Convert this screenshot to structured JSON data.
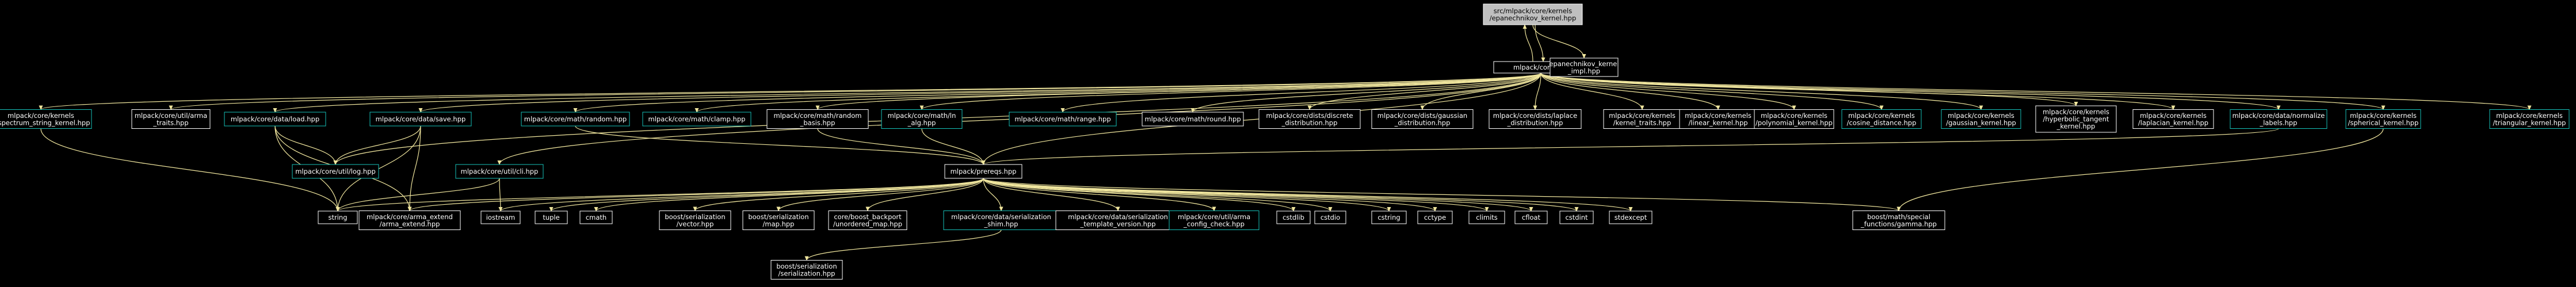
{
  "colors": {
    "background": "#000000",
    "edge": "#f0e69e",
    "node_border": "#ffffff",
    "node_border_link": "#16c1b9",
    "node_fill": "#000000",
    "root_fill": "#bfbfbf",
    "root_text": "#000000",
    "text": "#ffffff"
  },
  "nodes": [
    {
      "id": "root",
      "lines": [
        "src/mlpack/core/kernels",
        "/epanechnikov_kernel.hpp"
      ],
      "style": "root"
    },
    {
      "id": "core",
      "lines": [
        "mlpack/core.hpp"
      ],
      "style": "plain"
    },
    {
      "id": "epimpl",
      "lines": [
        "epanechnikov_kernel",
        "_impl.hpp"
      ],
      "style": "plain"
    },
    {
      "id": "pspec",
      "lines": [
        "mlpack/core/kernels",
        "/pspectrum_string_kernel.hpp"
      ],
      "style": "link"
    },
    {
      "id": "armatraits",
      "lines": [
        "mlpack/core/util/arma",
        "_traits.hpp"
      ],
      "style": "plain"
    },
    {
      "id": "load",
      "lines": [
        "mlpack/core/data/load.hpp"
      ],
      "style": "link"
    },
    {
      "id": "save",
      "lines": [
        "mlpack/core/data/save.hpp"
      ],
      "style": "link"
    },
    {
      "id": "random",
      "lines": [
        "mlpack/core/math/random.hpp"
      ],
      "style": "link"
    },
    {
      "id": "clamp",
      "lines": [
        "mlpack/core/math/clamp.hpp"
      ],
      "style": "link"
    },
    {
      "id": "rbasis",
      "lines": [
        "mlpack/core/math/random",
        "_basis.hpp"
      ],
      "style": "plain"
    },
    {
      "id": "lnalg",
      "lines": [
        "mlpack/core/math/ln",
        "_alg.hpp"
      ],
      "style": "link"
    },
    {
      "id": "range",
      "lines": [
        "mlpack/core/math/range.hpp"
      ],
      "style": "link"
    },
    {
      "id": "round",
      "lines": [
        "mlpack/core/math/round.hpp"
      ],
      "style": "plain"
    },
    {
      "id": "ddist",
      "lines": [
        "mlpack/core/dists/discrete",
        "_distribution.hpp"
      ],
      "style": "plain"
    },
    {
      "id": "gdist",
      "lines": [
        "mlpack/core/dists/gaussian",
        "_distribution.hpp"
      ],
      "style": "plain"
    },
    {
      "id": "ldist",
      "lines": [
        "mlpack/core/dists/laplace",
        "_distribution.hpp"
      ],
      "style": "plain"
    },
    {
      "id": "ktraits",
      "lines": [
        "mlpack/core/kernels",
        "/kernel_traits.hpp"
      ],
      "style": "plain"
    },
    {
      "id": "linear",
      "lines": [
        "mlpack/core/kernels",
        "/linear_kernel.hpp"
      ],
      "style": "plain"
    },
    {
      "id": "poly",
      "lines": [
        "mlpack/core/kernels",
        "/polynomial_kernel.hpp"
      ],
      "style": "plain"
    },
    {
      "id": "cosine",
      "lines": [
        "mlpack/core/kernels",
        "/cosine_distance.hpp"
      ],
      "style": "link"
    },
    {
      "id": "gauss",
      "lines": [
        "mlpack/core/kernels",
        "/gaussian_kernel.hpp"
      ],
      "style": "link"
    },
    {
      "id": "hyper",
      "lines": [
        "mlpack/core/kernels",
        "/hyperbolic_tangent",
        "_kernel.hpp"
      ],
      "style": "plain"
    },
    {
      "id": "laplacian",
      "lines": [
        "mlpack/core/kernels",
        "/laplacian_kernel.hpp"
      ],
      "style": "plain"
    },
    {
      "id": "normalize",
      "lines": [
        "mlpack/core/data/normalize",
        "_labels.hpp"
      ],
      "style": "link"
    },
    {
      "id": "spherical",
      "lines": [
        "mlpack/core/kernels",
        "/spherical_kernel.hpp"
      ],
      "style": "link"
    },
    {
      "id": "triangular",
      "lines": [
        "mlpack/core/kernels",
        "/triangular_kernel.hpp"
      ],
      "style": "link"
    },
    {
      "id": "log",
      "lines": [
        "mlpack/core/util/log.hpp"
      ],
      "style": "link"
    },
    {
      "id": "cli",
      "lines": [
        "mlpack/core/util/cli.hpp"
      ],
      "style": "link"
    },
    {
      "id": "prereqs",
      "lines": [
        "mlpack/prereqs.hpp"
      ],
      "style": "plain"
    },
    {
      "id": "string",
      "lines": [
        "string"
      ],
      "style": "plain"
    },
    {
      "id": "armaext",
      "lines": [
        "mlpack/core/arma_extend",
        "/arma_extend.hpp"
      ],
      "style": "plain"
    },
    {
      "id": "iostream",
      "lines": [
        "iostream"
      ],
      "style": "plain"
    },
    {
      "id": "tuple",
      "lines": [
        "tuple"
      ],
      "style": "plain"
    },
    {
      "id": "cmath",
      "lines": [
        "cmath"
      ],
      "style": "plain"
    },
    {
      "id": "bvector",
      "lines": [
        "boost/serialization",
        "/vector.hpp"
      ],
      "style": "plain"
    },
    {
      "id": "bmap",
      "lines": [
        "boost/serialization",
        "/map.hpp"
      ],
      "style": "plain"
    },
    {
      "id": "umap",
      "lines": [
        "core/boost_backport",
        "/unordered_map.hpp"
      ],
      "style": "plain"
    },
    {
      "id": "shim",
      "lines": [
        "mlpack/core/data/serialization",
        "_shim.hpp"
      ],
      "style": "link"
    },
    {
      "id": "tmplver",
      "lines": [
        "mlpack/core/data/serialization",
        "_template_version.hpp"
      ],
      "style": "plain"
    },
    {
      "id": "cfgcheck",
      "lines": [
        "mlpack/core/util/arma",
        "_config_check.hpp"
      ],
      "style": "link"
    },
    {
      "id": "cstdlib",
      "lines": [
        "cstdlib"
      ],
      "style": "plain"
    },
    {
      "id": "cstdio",
      "lines": [
        "cstdio"
      ],
      "style": "plain"
    },
    {
      "id": "cstring",
      "lines": [
        "cstring"
      ],
      "style": "plain"
    },
    {
      "id": "cctype",
      "lines": [
        "cctype"
      ],
      "style": "plain"
    },
    {
      "id": "climits",
      "lines": [
        "climits"
      ],
      "style": "plain"
    },
    {
      "id": "cfloat",
      "lines": [
        "cfloat"
      ],
      "style": "plain"
    },
    {
      "id": "cstdint",
      "lines": [
        "cstdint"
      ],
      "style": "plain"
    },
    {
      "id": "stdexcept",
      "lines": [
        "stdexcept"
      ],
      "style": "plain"
    },
    {
      "id": "gamma",
      "lines": [
        "boost/math/special",
        "_functions/gamma.hpp"
      ],
      "style": "plain"
    },
    {
      "id": "bser",
      "lines": [
        "boost/serialization",
        "/serialization.hpp"
      ],
      "style": "plain"
    }
  ],
  "edges": [
    [
      "root",
      "core"
    ],
    [
      "root",
      "epimpl"
    ],
    [
      "core",
      "root"
    ],
    [
      "core",
      "pspec"
    ],
    [
      "core",
      "armatraits"
    ],
    [
      "core",
      "load"
    ],
    [
      "core",
      "save"
    ],
    [
      "core",
      "random"
    ],
    [
      "core",
      "clamp"
    ],
    [
      "core",
      "rbasis"
    ],
    [
      "core",
      "lnalg"
    ],
    [
      "core",
      "range"
    ],
    [
      "core",
      "round"
    ],
    [
      "core",
      "ddist"
    ],
    [
      "core",
      "gdist"
    ],
    [
      "core",
      "ldist"
    ],
    [
      "core",
      "ktraits"
    ],
    [
      "core",
      "linear"
    ],
    [
      "core",
      "poly"
    ],
    [
      "core",
      "cosine"
    ],
    [
      "core",
      "gauss"
    ],
    [
      "core",
      "hyper"
    ],
    [
      "core",
      "laplacian"
    ],
    [
      "core",
      "normalize"
    ],
    [
      "core",
      "spherical"
    ],
    [
      "core",
      "triangular"
    ],
    [
      "core",
      "cli"
    ],
    [
      "core",
      "prereqs"
    ],
    [
      "core",
      "log"
    ],
    [
      "pspec",
      "string"
    ],
    [
      "load",
      "log"
    ],
    [
      "load",
      "string"
    ],
    [
      "load",
      "armaext"
    ],
    [
      "save",
      "log"
    ],
    [
      "save",
      "string"
    ],
    [
      "save",
      "armaext"
    ],
    [
      "cli",
      "string"
    ],
    [
      "cli",
      "iostream"
    ],
    [
      "random",
      "prereqs"
    ],
    [
      "rbasis",
      "prereqs"
    ],
    [
      "lnalg",
      "prereqs"
    ],
    [
      "normalize",
      "prereqs"
    ],
    [
      "spherical",
      "gamma"
    ],
    [
      "prereqs",
      "string"
    ],
    [
      "prereqs",
      "armaext"
    ],
    [
      "prereqs",
      "iostream"
    ],
    [
      "prereqs",
      "tuple"
    ],
    [
      "prereqs",
      "cmath"
    ],
    [
      "prereqs",
      "bvector"
    ],
    [
      "prereqs",
      "bmap"
    ],
    [
      "prereqs",
      "umap"
    ],
    [
      "prereqs",
      "shim"
    ],
    [
      "prereqs",
      "tmplver"
    ],
    [
      "prereqs",
      "cfgcheck"
    ],
    [
      "prereqs",
      "cstdlib"
    ],
    [
      "prereqs",
      "cstdio"
    ],
    [
      "prereqs",
      "cstring"
    ],
    [
      "prereqs",
      "cctype"
    ],
    [
      "prereqs",
      "climits"
    ],
    [
      "prereqs",
      "cfloat"
    ],
    [
      "prereqs",
      "cstdint"
    ],
    [
      "prereqs",
      "stdexcept"
    ],
    [
      "prereqs",
      "gamma"
    ],
    [
      "shim",
      "bser"
    ]
  ]
}
